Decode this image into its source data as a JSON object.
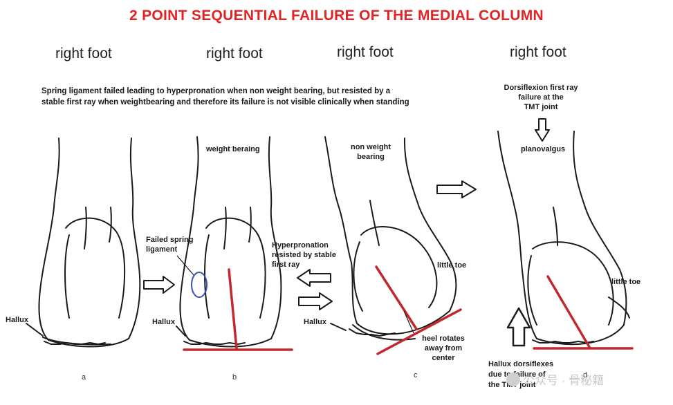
{
  "title": "2 POINT SEQUENTIAL FAILURE OF THE MEDIAL COLUMN",
  "panels": [
    {
      "heading": "right foot",
      "letter": "a"
    },
    {
      "heading": "right foot",
      "letter": "b"
    },
    {
      "heading": "right foot",
      "letter": "c"
    },
    {
      "heading": "right foot",
      "letter": "d"
    }
  ],
  "description": {
    "line1": "Spring ligament failed leading to hyperpronation when non weight bearing, but resisted by a",
    "line2": "stable first ray when weightbearing and therefore its failure is not visible clinically when standing"
  },
  "labels": {
    "weight_bearing": "weight beraing",
    "non_weight_bearing_1": "non  weight",
    "non_weight_bearing_2": "bearing",
    "failed_spring_1": "Failed spring",
    "failed_spring_2": "ligament",
    "hyperpronation_1": "Hyperpronation",
    "hyperpronation_2": "resisted by stable",
    "hyperpronation_3": "first ray",
    "hallux": "Hallux",
    "little_toe": "little toe",
    "heel_rotates_1": "heel rotates",
    "heel_rotates_2": "away from",
    "heel_rotates_3": "center",
    "dorsiflexion_1": "Dorsiflexion first ray",
    "dorsiflexion_2": "failure at the",
    "dorsiflexion_3": "TMT joint",
    "planovalgus": "planovalgus",
    "hallux_dorsiflexes_1": "Hallux dorsiflexes",
    "hallux_dorsiflexes_2": "due to failure of",
    "hallux_dorsiflexes_3": "the TMT joint"
  },
  "watermark": "公众号 · 骨秘籍",
  "colors": {
    "title": "#e02424",
    "axis_line": "#c0282d",
    "ligament_circle": "#3a4fb0",
    "ink": "#1a1a1a"
  }
}
